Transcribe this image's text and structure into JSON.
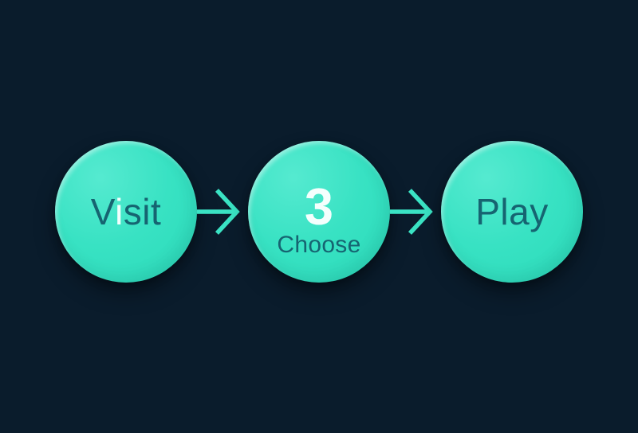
{
  "theme": {
    "background": "#0a1c2c",
    "circle_fill": "#38e2c3",
    "circle_fill_light": "#55ead0",
    "circle_fill_deep": "#2bdab9",
    "dark_text": "#166471",
    "light_text": "#f4fffd",
    "arrow_color": "#3ae3c4"
  },
  "steps": [
    {
      "label_prefix": "V",
      "label_highlight": "i",
      "label_suffix": "sit"
    },
    {
      "number": "3",
      "label": "Choose"
    },
    {
      "label": "Play"
    }
  ],
  "connectors": [
    {
      "icon": "arrow-right-icon"
    },
    {
      "icon": "arrow-right-icon"
    }
  ]
}
